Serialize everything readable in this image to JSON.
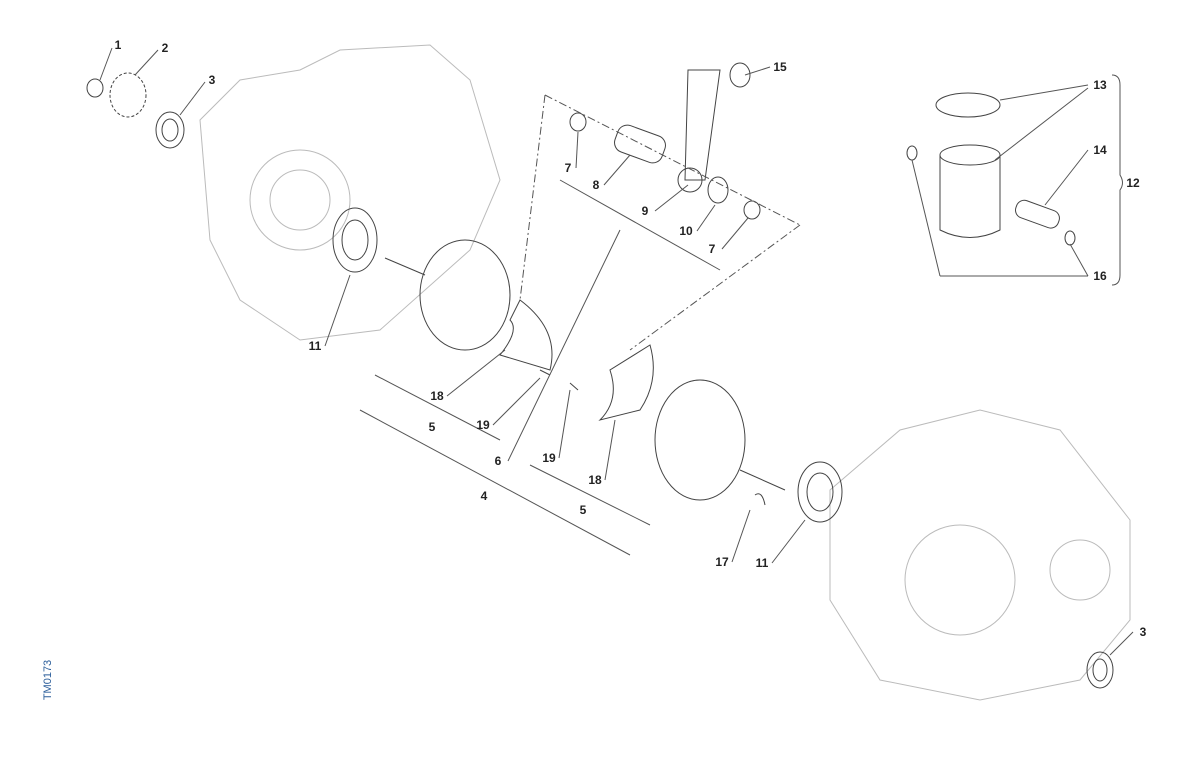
{
  "drawing_code": "TM0173",
  "callouts": [
    {
      "id": "c1",
      "text": "1"
    },
    {
      "id": "c2",
      "text": "2"
    },
    {
      "id": "c3a",
      "text": "3"
    },
    {
      "id": "c15",
      "text": "15"
    },
    {
      "id": "c13",
      "text": "13"
    },
    {
      "id": "c14",
      "text": "14"
    },
    {
      "id": "c12",
      "text": "12"
    },
    {
      "id": "c16",
      "text": "16"
    },
    {
      "id": "c7a",
      "text": "7"
    },
    {
      "id": "c8",
      "text": "8"
    },
    {
      "id": "c9",
      "text": "9"
    },
    {
      "id": "c10",
      "text": "10"
    },
    {
      "id": "c7b",
      "text": "7"
    },
    {
      "id": "c11a",
      "text": "11"
    },
    {
      "id": "c18a",
      "text": "18"
    },
    {
      "id": "c5a",
      "text": "5"
    },
    {
      "id": "c19a",
      "text": "19"
    },
    {
      "id": "c6",
      "text": "6"
    },
    {
      "id": "c4",
      "text": "4"
    },
    {
      "id": "c19b",
      "text": "19"
    },
    {
      "id": "c18b",
      "text": "18"
    },
    {
      "id": "c5b",
      "text": "5"
    },
    {
      "id": "c17",
      "text": "17"
    },
    {
      "id": "c11b",
      "text": "11"
    },
    {
      "id": "c3b",
      "text": "3"
    }
  ]
}
